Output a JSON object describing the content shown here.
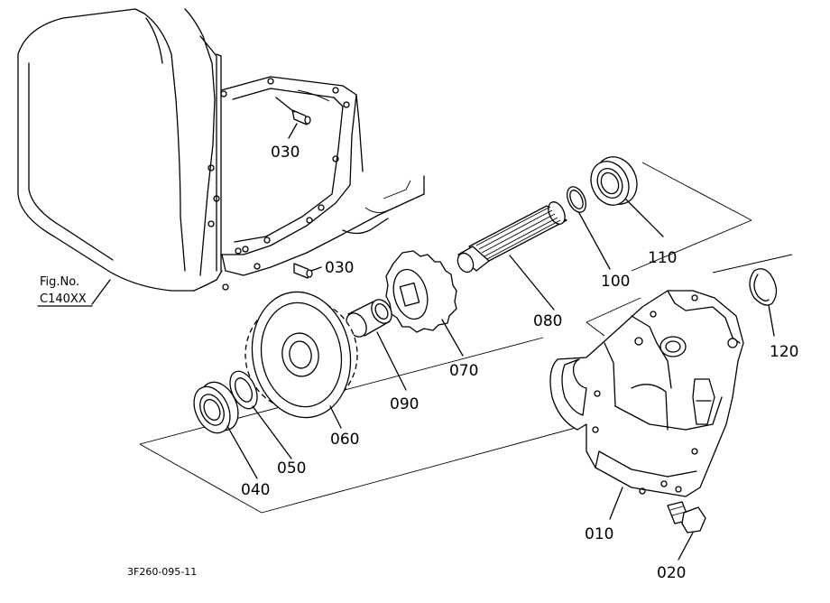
{
  "figure": {
    "fig_label": "Fig.No.",
    "fig_code": "C140XX",
    "drawing_code": "3F260-095-11"
  },
  "parts": {
    "p010": "010",
    "p020": "020",
    "p030a": "030",
    "p030b": "030",
    "p040": "040",
    "p050": "050",
    "p060": "060",
    "p070": "070",
    "p080": "080",
    "p090": "090",
    "p100": "100",
    "p110": "110",
    "p120": "120"
  }
}
